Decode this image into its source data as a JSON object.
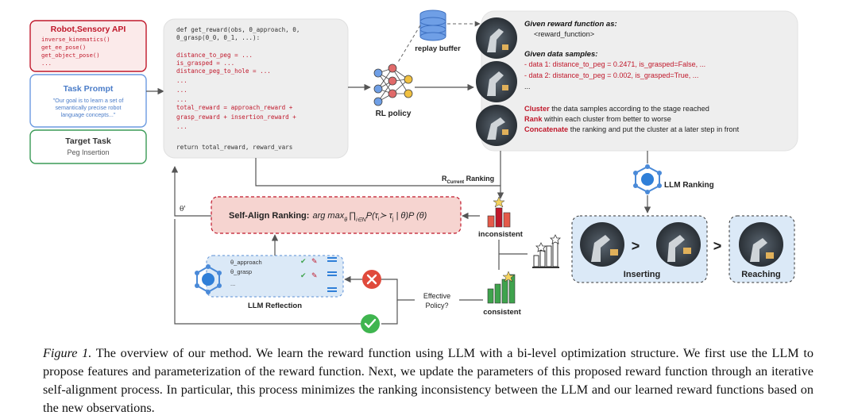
{
  "api_box": {
    "title": "Robot,Sensory API",
    "lines": [
      "inverse_kinematics()",
      "get_ee_pose()",
      "get_object_pose()",
      "..."
    ]
  },
  "task_prompt": {
    "title": "Task Prompt",
    "lines": [
      "\"Our goal is to learn a set of",
      "semantically precise robot",
      "language concepts...\""
    ]
  },
  "target_task": {
    "title": "Target Task",
    "value": "Peg Insertion"
  },
  "code": {
    "lines": [
      "def get_reward(obs, θ_approach, θ,",
      "  θ_grasp(θ_0, θ_1, ...):",
      "",
      "  distance_to_peg = ...",
      "  is_grasped = ...",
      "  distance_peg_to_hole = ...",
      "  ...",
      "  ...",
      "  ...",
      "  total_reward = approach_reward +",
      "  grasp_reward + insertion_reward +",
      "  ...",
      "",
      "  return total_reward, reward_vars"
    ]
  },
  "replay_buffer": "replay buffer",
  "rl_policy": "RL policy",
  "llm_prompt": {
    "given_reward": "Given reward function as:",
    "reward_placeholder": "<reward_function>",
    "given_data": "Given data samples:",
    "data1": "- data 1: distance_to_peg = 0.2471, is_grasped=False, ...",
    "data2": "- data 2: distance_to_peg = 0.002, is_grasped=True, ...",
    "dots": "...",
    "cluster_kw": "Cluster",
    "cluster_rest": " the data samples according to the stage reached",
    "rank_kw": "Rank",
    "rank_rest": " within each cluster from better to worse",
    "concat_kw": "Concatenate",
    "concat_rest": " the ranking and put the cluster at a later step in front"
  },
  "r_current": "R",
  "r_current_sub": "Current",
  "ranking_label": " Ranking",
  "llm_ranking": "LLM Ranking",
  "self_align_label": "Self-Align Ranking:",
  "self_align_formula": "arg max",
  "theta_prime": "θ'",
  "inconsistent": "inconsistent",
  "consistent": "consistent",
  "effective_policy_1": "Effective",
  "effective_policy_2": "Policy?",
  "llm_reflection": "LLM Reflection",
  "reflection_lines": [
    "θ_approach",
    "θ_grasp",
    "..."
  ],
  "inserting": "Inserting",
  "reaching": "Reaching",
  "caption": {
    "fig": "Figure 1.",
    "text": " The overview of our method. We learn the reward function using LLM with a bi-level optimization structure. We first use the LLM to propose features and parameterization of the reward function. Next, we update the parameters of this proposed reward function through an iterative self-alignment process. In particular, this process minimizes the ranking inconsistency between the LLM and our learned reward functions based on the new observations."
  },
  "colors": {
    "red": "#c0182b",
    "blue": "#5b8fd6",
    "green": "#2f9e4a",
    "panel_gray": "#eeeeee",
    "light_blue": "#dbe9f7",
    "pink": "#f6d4d0"
  }
}
